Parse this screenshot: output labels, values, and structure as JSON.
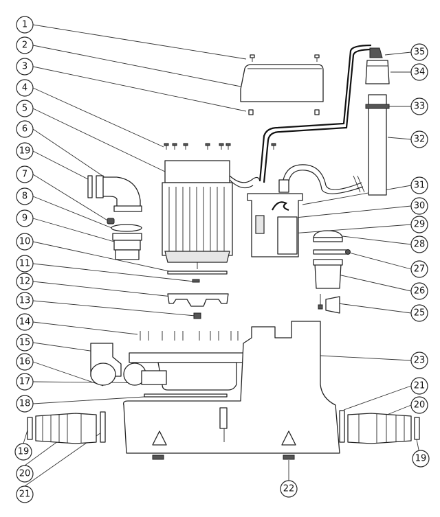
{
  "callouts": [
    {
      "id": "c1",
      "label": "1"
    },
    {
      "id": "c2",
      "label": "2"
    },
    {
      "id": "c3",
      "label": "3"
    },
    {
      "id": "c4",
      "label": "4"
    },
    {
      "id": "c5",
      "label": "5"
    },
    {
      "id": "c6",
      "label": "6"
    },
    {
      "id": "c19a",
      "label": "19"
    },
    {
      "id": "c7",
      "label": "7"
    },
    {
      "id": "c8",
      "label": "8"
    },
    {
      "id": "c9",
      "label": "9"
    },
    {
      "id": "c10",
      "label": "10"
    },
    {
      "id": "c11",
      "label": "11"
    },
    {
      "id": "c12",
      "label": "12"
    },
    {
      "id": "c13",
      "label": "13"
    },
    {
      "id": "c14",
      "label": "14"
    },
    {
      "id": "c15",
      "label": "15"
    },
    {
      "id": "c16",
      "label": "16"
    },
    {
      "id": "c17",
      "label": "17"
    },
    {
      "id": "c18",
      "label": "18"
    },
    {
      "id": "c19b",
      "label": "19"
    },
    {
      "id": "c20a",
      "label": "20"
    },
    {
      "id": "c21a",
      "label": "21"
    },
    {
      "id": "c22",
      "label": "22"
    },
    {
      "id": "c35",
      "label": "35"
    },
    {
      "id": "c34",
      "label": "34"
    },
    {
      "id": "c33",
      "label": "33"
    },
    {
      "id": "c32",
      "label": "32"
    },
    {
      "id": "c31",
      "label": "31"
    },
    {
      "id": "c30",
      "label": "30"
    },
    {
      "id": "c29",
      "label": "29"
    },
    {
      "id": "c28",
      "label": "28"
    },
    {
      "id": "c27",
      "label": "27"
    },
    {
      "id": "c26",
      "label": "26"
    },
    {
      "id": "c25",
      "label": "25"
    },
    {
      "id": "c23",
      "label": "23"
    },
    {
      "id": "c21b",
      "label": "21"
    },
    {
      "id": "c20b",
      "label": "20"
    },
    {
      "id": "c19c",
      "label": "19"
    }
  ]
}
